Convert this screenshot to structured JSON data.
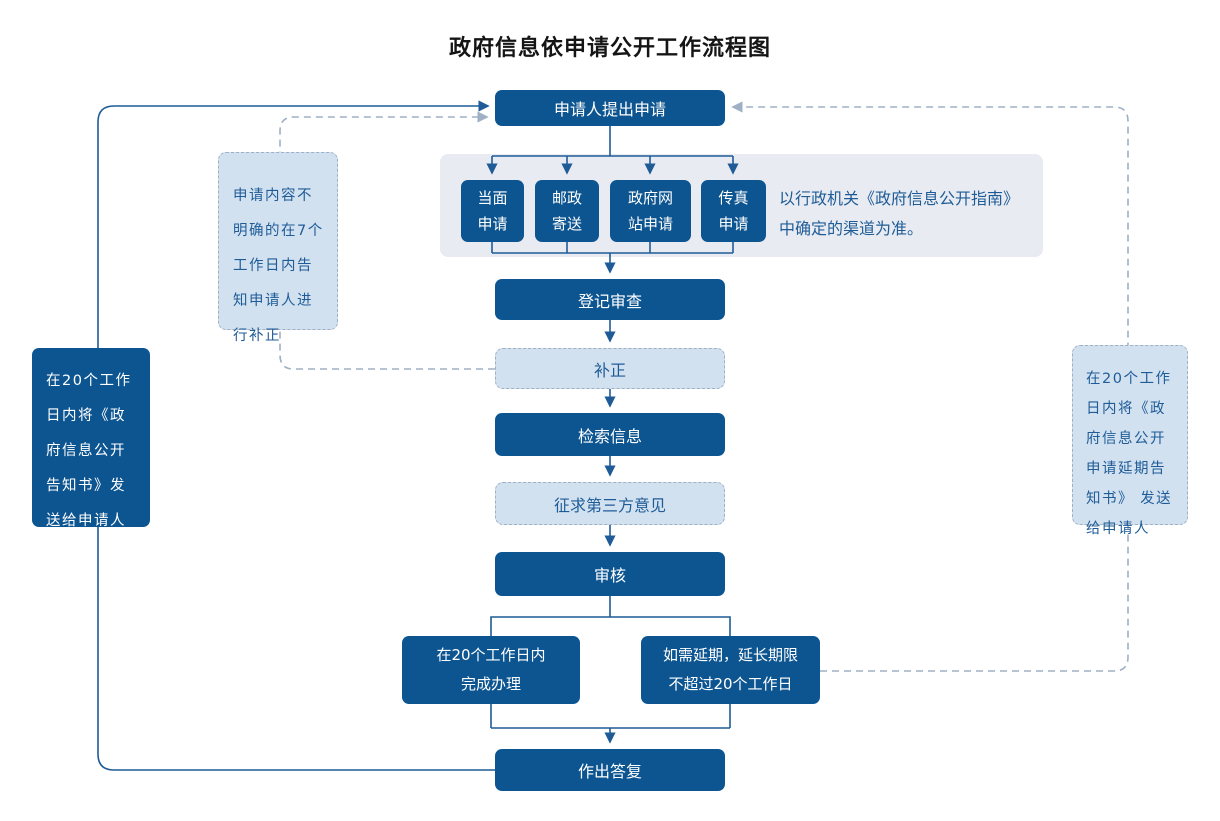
{
  "title": "政府信息依申请公开工作流程图",
  "colors": {
    "dark_blue": "#0d5591",
    "light_blue_fill": "#d2e1f0",
    "dashed_border": "#9fb0c6",
    "panel_gray": "#e8ebf1",
    "solid_line": "#1f5c97",
    "dashed_line": "#9fb0c6",
    "light_box_text": "#1f5c97"
  },
  "flow": {
    "apply": "申请人提出申请",
    "channels": [
      "当面\n申请",
      "邮政\n寄送",
      "政府网\n站申请",
      "传真\n申请"
    ],
    "channel_note": "以行政机关《政府信息公开指南》\n中确定的渠道为准。",
    "register": "登记审查",
    "supplement": "补正",
    "search": "检索信息",
    "third_party": "征求第三方意见",
    "review": "审核",
    "complete": "在20个工作日内\n完成办理",
    "extend": "如需延期，延长期限\n不超过20个工作日",
    "reply": "作出答复"
  },
  "side_notes": {
    "notice_sent": "在20个工作\n日内将《政\n府信息公开\n告知书》发\n送给申请人",
    "supplement_notice": "申请内容不\n明确的在7个\n工作日内告\n知申请人进\n行补正",
    "extension_notice": "在20个工作\n日内将《政\n府信息公开\n申请延期告\n知书》 发送\n给申请人"
  }
}
